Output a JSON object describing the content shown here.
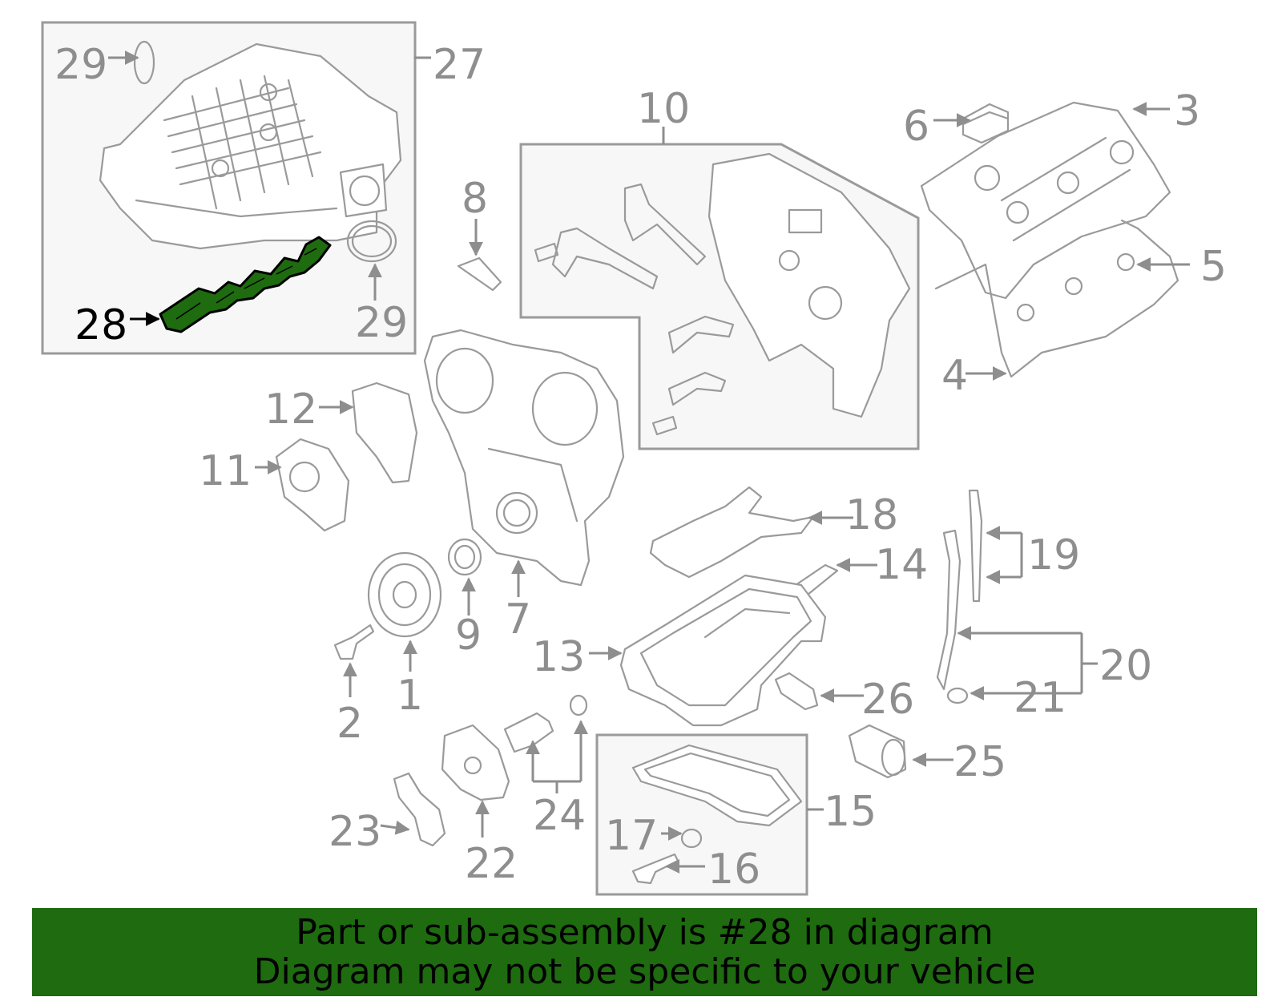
{
  "diagram": {
    "highlight_color": "#1e6b10",
    "part_color": "#9a9a9a",
    "callouts": [
      "1",
      "2",
      "3",
      "4",
      "5",
      "6",
      "7",
      "8",
      "9",
      "10",
      "11",
      "12",
      "13",
      "14",
      "15",
      "16",
      "17",
      "18",
      "19",
      "20",
      "21",
      "22",
      "23",
      "24",
      "25",
      "26",
      "27",
      "28",
      "29"
    ],
    "highlighted_callout": "28"
  },
  "banner": {
    "line1": "Part or sub-assembly is #28 in diagram",
    "line2": "Diagram may not be specific to your vehicle",
    "background": "#1e6b10"
  }
}
